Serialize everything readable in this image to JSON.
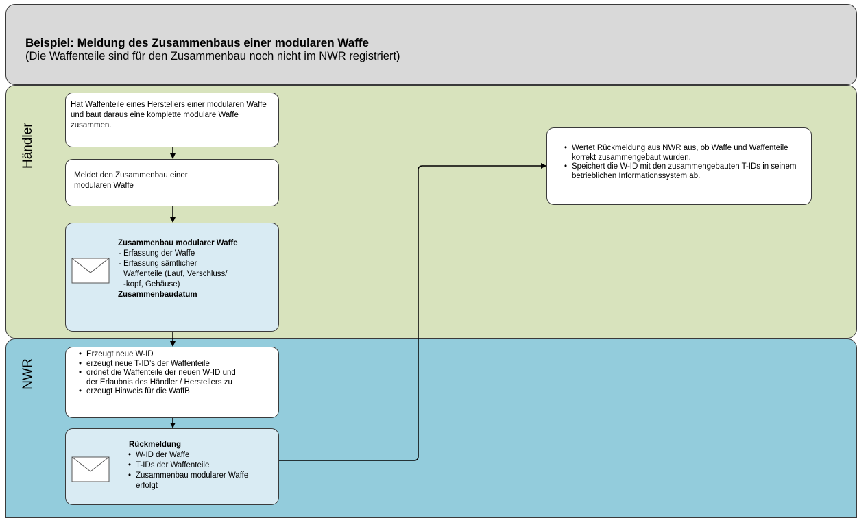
{
  "header": {
    "title": "Beispiel: Meldung des Zusammenbaus einer modularen Waffe",
    "subtitle": "(Die Waffenteile sind für den Zusammenbau noch nicht im NWR registriert)"
  },
  "lanes": {
    "haendler": "Händler",
    "nwr": "NWR"
  },
  "box1": {
    "t1": "Hat Waffenteile ",
    "t2": "eines Herstellers",
    "t3": " einer ",
    "t4": "modularen Waffe",
    "t5": " und baut daraus eine komplette modulare Waffe zusammen."
  },
  "box2": {
    "text": "Meldet den Zusammenbau einer modularen Waffe"
  },
  "box3": {
    "title": "Zusammenbau modularer Waffe",
    "line1": "- Erfassung der Waffe",
    "line2": "- Erfassung sämtlicher",
    "line3": "Waffenteile (Lauf, Verschluss/",
    "line4": "-kopf, Gehäuse)",
    "footer": "Zusammenbaudatum"
  },
  "box4": {
    "items": [
      "Erzeugt neue W-ID",
      "erzeugt neue T-ID’s der Waffenteile",
      "ordnet die Waffenteile der neuen W-ID und der Erlaubnis des Händler / Herstellers zu",
      "erzeugt Hinweis für die WaffB"
    ]
  },
  "box5": {
    "title": "Rückmeldung",
    "items": [
      "W-ID der Waffe",
      "T-IDs der Waffenteile",
      "Zusammenbau modularer Waffe erfolgt"
    ]
  },
  "box6": {
    "items": [
      "Wertet Rückmeldung aus NWR aus, ob Waffe und Waffenteile korrekt zusammengebaut wurden.",
      "Speichert die W-ID mit den zusammengebauten T-IDs in seinem betrieblichen Informationssystem ab."
    ]
  },
  "icons": {
    "envelope1": "envelope-icon",
    "envelope2": "envelope-icon"
  }
}
